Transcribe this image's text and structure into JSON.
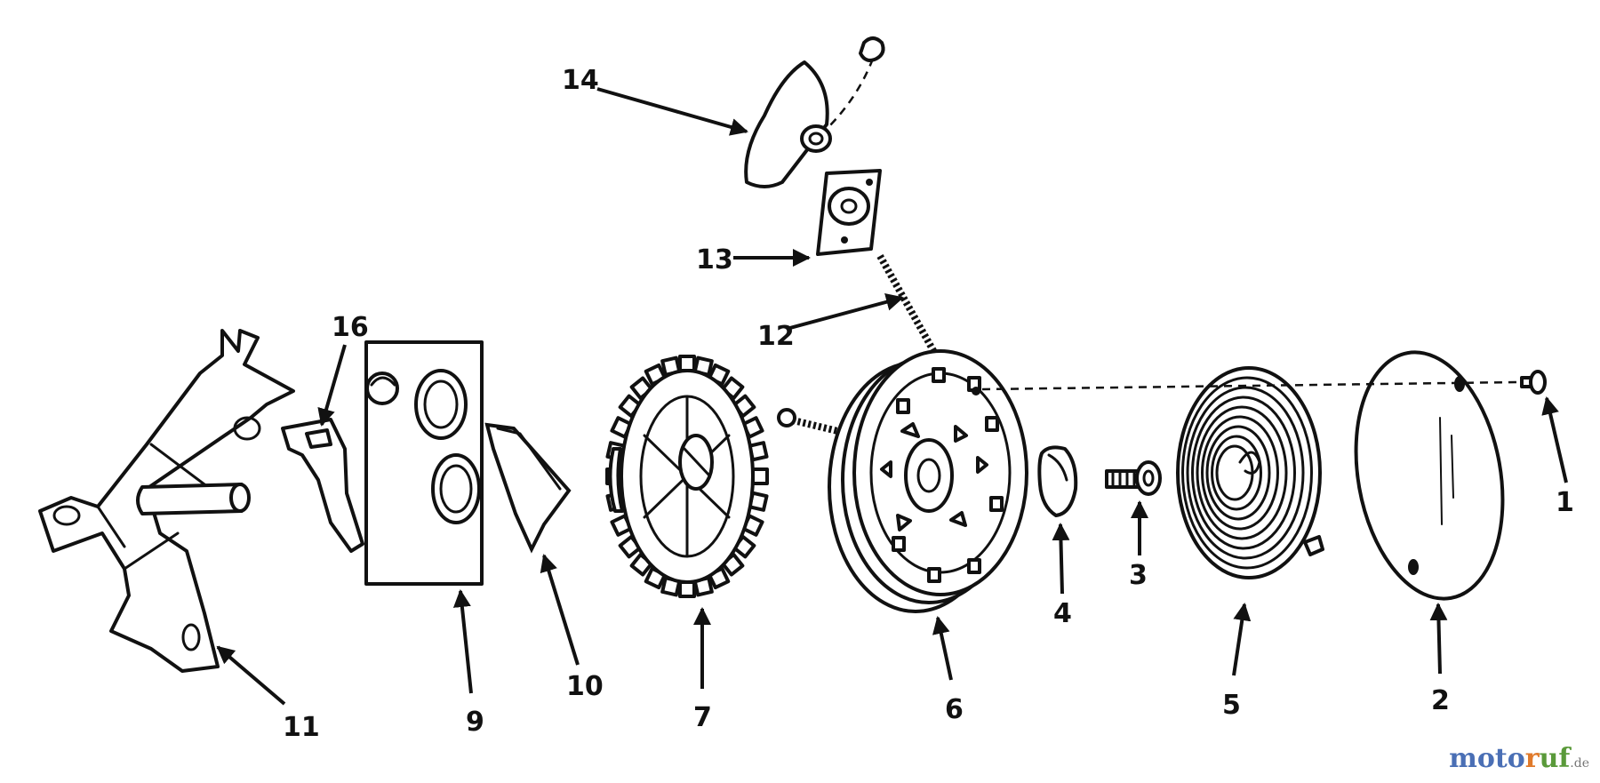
{
  "callouts": {
    "c1": "1",
    "c2": "2",
    "c3": "3",
    "c4": "4",
    "c5": "5",
    "c6": "6",
    "c7": "7",
    "c9": "9",
    "c10": "10",
    "c11": "11",
    "c12": "12",
    "c13": "13",
    "c14": "14",
    "c16": "16"
  },
  "watermark": {
    "part1": "moto",
    "part2": "r",
    "part3": "uf",
    "tld": ".de"
  }
}
